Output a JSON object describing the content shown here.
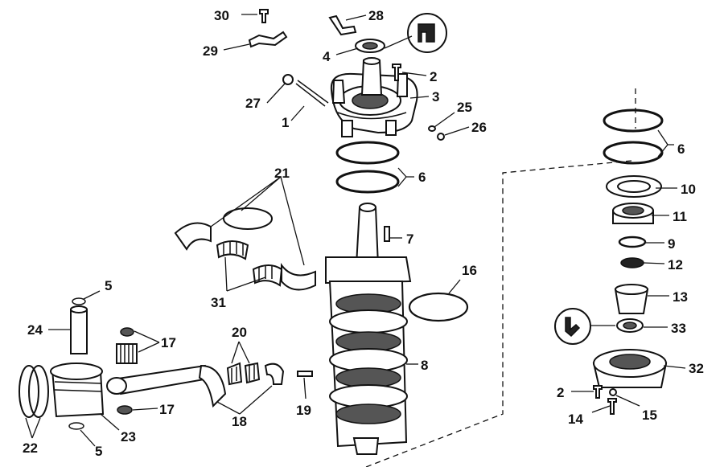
{
  "callouts": [
    {
      "id": "c30",
      "text": "30"
    },
    {
      "id": "c28",
      "text": "28"
    },
    {
      "id": "c29",
      "text": "29"
    },
    {
      "id": "c4",
      "text": "4"
    },
    {
      "id": "c2a",
      "text": "2"
    },
    {
      "id": "c27",
      "text": "27"
    },
    {
      "id": "c3",
      "text": "3"
    },
    {
      "id": "c25",
      "text": "25"
    },
    {
      "id": "c1",
      "text": "1"
    },
    {
      "id": "c26",
      "text": "26"
    },
    {
      "id": "c6a",
      "text": "6"
    },
    {
      "id": "c6b",
      "text": "6"
    },
    {
      "id": "c10",
      "text": "10"
    },
    {
      "id": "c21",
      "text": "21"
    },
    {
      "id": "c11",
      "text": "11"
    },
    {
      "id": "c7",
      "text": "7"
    },
    {
      "id": "c9",
      "text": "9"
    },
    {
      "id": "c12",
      "text": "12"
    },
    {
      "id": "c16",
      "text": "16"
    },
    {
      "id": "c31",
      "text": "31"
    },
    {
      "id": "c13",
      "text": "13"
    },
    {
      "id": "c5a",
      "text": "5"
    },
    {
      "id": "c33",
      "text": "33"
    },
    {
      "id": "c24",
      "text": "24"
    },
    {
      "id": "c17a",
      "text": "17"
    },
    {
      "id": "c20",
      "text": "20"
    },
    {
      "id": "c8",
      "text": "8"
    },
    {
      "id": "c32",
      "text": "32"
    },
    {
      "id": "c2b",
      "text": "2"
    },
    {
      "id": "c15",
      "text": "15"
    },
    {
      "id": "c14",
      "text": "14"
    },
    {
      "id": "c19",
      "text": "19"
    },
    {
      "id": "c17b",
      "text": "17"
    },
    {
      "id": "c18",
      "text": "18"
    },
    {
      "id": "c22",
      "text": "22"
    },
    {
      "id": "c23",
      "text": "23"
    },
    {
      "id": "c5b",
      "text": "5"
    }
  ]
}
